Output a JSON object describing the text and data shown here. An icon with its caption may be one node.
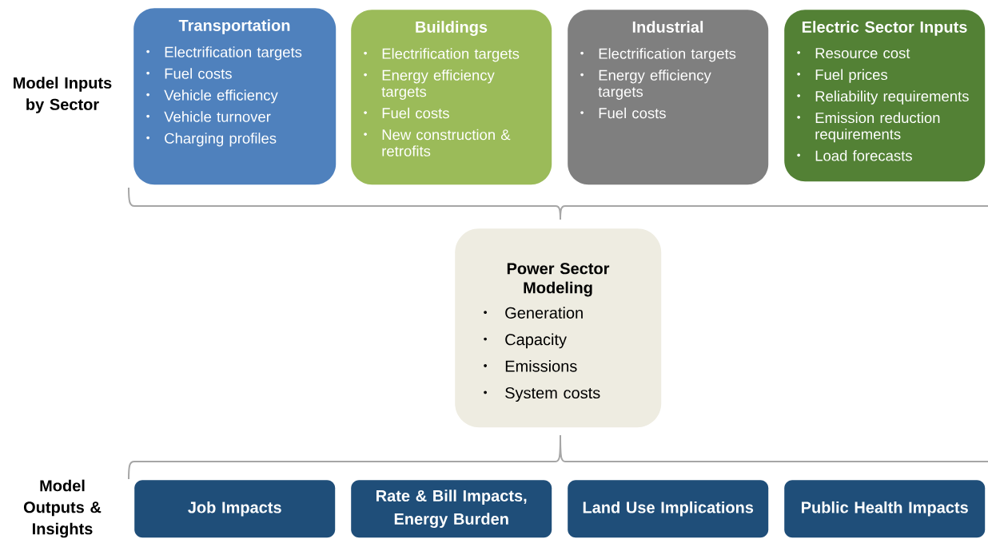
{
  "diagram": {
    "nodes": [
      {
        "text": [
          "Transportation",
          "Electrification targets",
          "Fuel costs",
          "Vehicle efficiency",
          "Vehicle turnover",
          "Charging profiles"
        ]
      },
      {
        "text": [
          "Buildings",
          "Electrification targets",
          "Energy efficiency targets",
          "Fuel costs",
          "New construction & retrofits"
        ]
      },
      {
        "text": [
          "Industrial",
          "Electrification targets",
          "Energy efficiency targets",
          "Fuel costs"
        ]
      },
      {
        "text": [
          "Electric Sector Inputs",
          "Resource cost",
          "Fuel prices",
          "Reliability requirements",
          "Emission reduction requirements",
          "Load forecasts"
        ]
      },
      {
        "text": [
          "Power Sector Modeling",
          "Generation",
          "Capacity",
          "Emissions",
          "System costs"
        ]
      },
      {
        "text": [
          "Job Impacts"
        ]
      },
      {
        "text": [
          "Rate & Bill Impacts, Energy Burden"
        ]
      },
      {
        "text": [
          "Land Use Implications"
        ]
      },
      {
        "text": [
          "Public Health Impacts"
        ]
      }
    ],
    "labels": [
      "Model Inputs by Sector",
      "Model Outputs & Insights"
    ]
  }
}
